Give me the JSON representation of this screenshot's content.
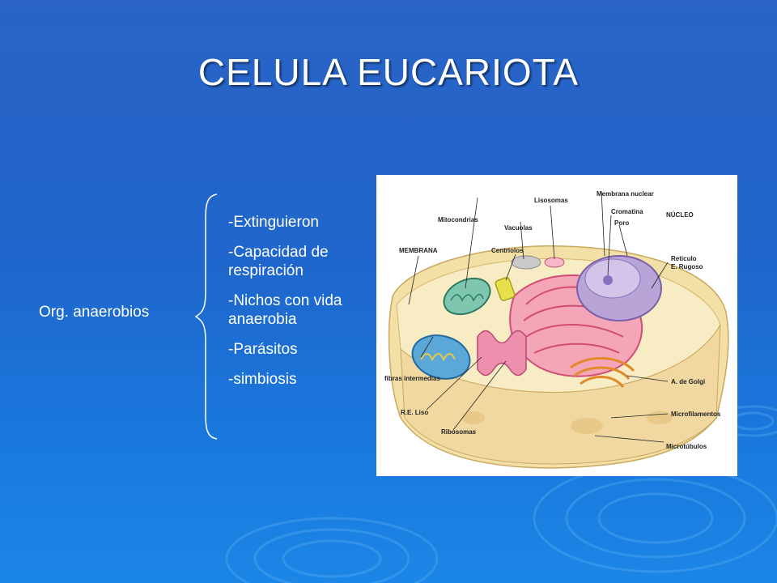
{
  "slide": {
    "title": "CELULA EUCARIOTA",
    "left_label": "Org. anaerobios",
    "items": [
      "-Extinguieron",
      "-Capacidad de respiración",
      "-Nichos con vida anaerobia",
      "-Parásitos",
      "-simbiosis"
    ]
  },
  "diagram": {
    "labels": {
      "lisosomas": "Lisosomas",
      "membrana_nuclear": "Membrana nuclear",
      "nucleo": "NÚCLEO",
      "mitocondrias": "Mitocondrias",
      "vacuolas": "Vacuolas",
      "cromatina": "Cromatina",
      "membrana": "MEMBRANA",
      "centriolos": "Centriolos",
      "poro": "Poro",
      "reticulo": "Retículo",
      "e_rugoso": "E. Rugoso",
      "fibras": "fibras intermedias",
      "golgi": "A. de Golgi",
      "re_liso": "R.E. Liso",
      "microfilamentos": "Microfilamentos",
      "ribosomas": "Ribosomas",
      "microtubulos": "Microtúbulos"
    }
  },
  "colors": {
    "background": "#1f66cc",
    "text": "#ffffff"
  }
}
